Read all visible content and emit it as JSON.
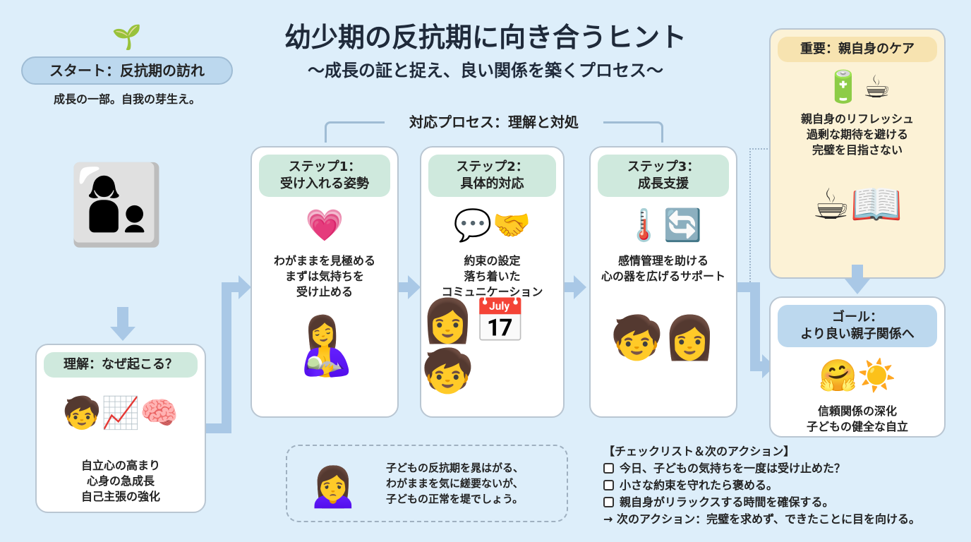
{
  "title": "幼少期の反抗期に向き合うヒント",
  "subtitle": "〜成長の証と捉え、良い関係を築くプロセス〜",
  "start": {
    "label": "スタート：反抗期の訪れ",
    "text": "成長の一部。自我の芽生え。"
  },
  "understand": {
    "label": "理解：なぜ起こる？",
    "lines": [
      "自立心の高まり",
      "心身の急成長",
      "自己主張の強化"
    ]
  },
  "process_label": "対応プロセス：理解と対処",
  "steps": [
    {
      "title": [
        "ステップ1：",
        "受け入れる姿勢"
      ],
      "lines": [
        "わがままを見極める",
        "まずは気持ちを",
        "受け止める"
      ]
    },
    {
      "title": [
        "ステップ2：",
        "具体的対応"
      ],
      "lines": [
        "約束の設定",
        "落ち着いた",
        "コミュニケーション"
      ]
    },
    {
      "title": [
        "ステップ3：",
        "成長支援"
      ],
      "lines": [
        "感情管理を助ける",
        "心の器を広げるサポート"
      ]
    }
  ],
  "care": {
    "label": "重要：親自身のケア",
    "lines": [
      "親自身のリフレッシュ",
      "過剰な期待を避ける",
      "完璧を目指さない"
    ]
  },
  "goal": {
    "title": [
      "ゴール：",
      "より良い親子関係へ"
    ],
    "lines": [
      "信頼関係の深化",
      "子どもの健全な自立"
    ]
  },
  "bubble": {
    "lines": [
      "子どもの反抗期を晁はがる、",
      "わがままを気に縒要ないが、",
      "子どもの正常を堤でしょう。"
    ]
  },
  "checklist": {
    "title": "【チェックリスト＆次のアクション】",
    "items": [
      "今日、子どもの気持ちを一度は受け止めた？",
      "小さな約束を守れたら褒める。",
      "親自身がリラックスする時間を確保する。"
    ],
    "next": "→ 次のアクション：完璧を求めず、できたことに目を向ける。"
  }
}
